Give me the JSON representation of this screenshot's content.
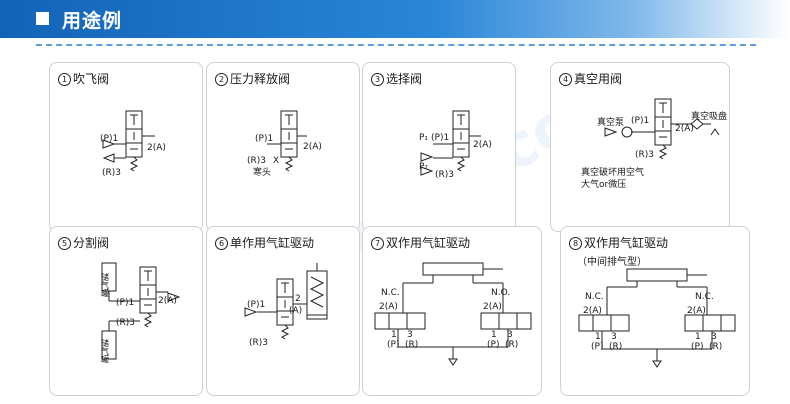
{
  "header": {
    "title": "用途例"
  },
  "watermark": "ehsy.com",
  "cards": [
    {
      "num": "1",
      "title": "吹飞阀",
      "labels": {
        "p1": "(P)1",
        "a2": "2(A)",
        "r3": "(R)3"
      }
    },
    {
      "num": "2",
      "title": "压力释放阀",
      "labels": {
        "p1": "(P)1",
        "a2": "2(A)",
        "r3": "(R)3",
        "x": "X",
        "plug": "寒头"
      }
    },
    {
      "num": "3",
      "title": "选择阀",
      "labels": {
        "p1": "P₁",
        "p1n": "(P)1",
        "p2": "P₂",
        "a2": "2(A)",
        "r3": "(R)3"
      }
    },
    {
      "num": "4",
      "title": "真空用阀",
      "labels": {
        "pump": "真空泵",
        "p1": "(P)1",
        "a2": "2(A)",
        "r3": "(R)3",
        "cup": "真空吸盘",
        "break1": "真空破坏用空气",
        "break2": "大气or微压"
      }
    },
    {
      "num": "5",
      "title": "分割阀",
      "labels": {
        "tank": "储气罐",
        "p1": "(P)1",
        "a2": "2(A)",
        "r3": "(R)3"
      }
    },
    {
      "num": "6",
      "title": "单作用气缸驱动",
      "labels": {
        "p1": "(P)1",
        "a2": "2",
        "a2b": "(A)",
        "r3": "(R)3"
      }
    },
    {
      "num": "7",
      "title": "双作用气缸驱动",
      "labels": {
        "nc": "N.C.",
        "no": "N.O.",
        "a2": "2(A)",
        "one": "1",
        "three": "3",
        "p": "(P)",
        "r": "(R)"
      }
    },
    {
      "num": "8",
      "title": "双作用气缸驱动",
      "subtitle": "（中间排气型）",
      "labels": {
        "nc": "N.C.",
        "no": "N.C.",
        "a2": "2(A)",
        "one": "1",
        "three": "3",
        "p": "(P)",
        "r": "(R)"
      }
    }
  ]
}
